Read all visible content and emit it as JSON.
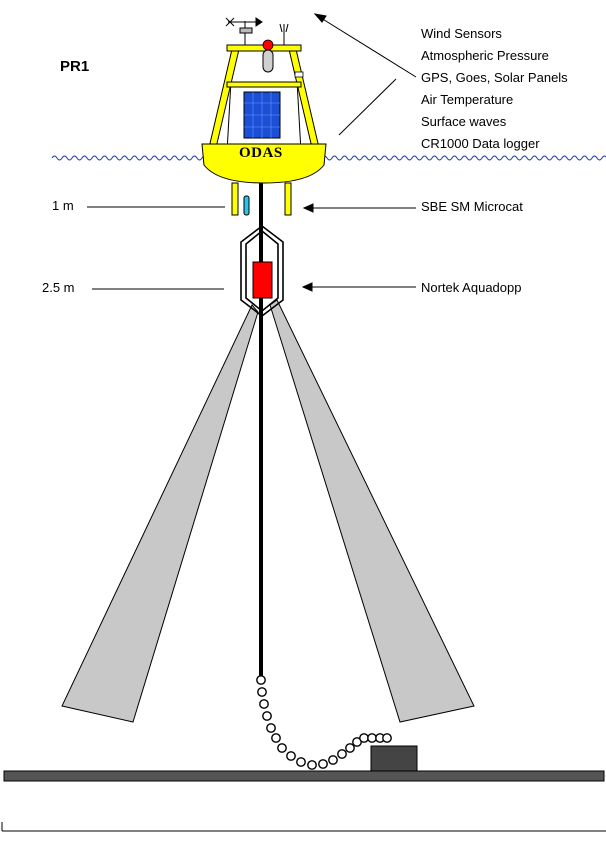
{
  "diagram": {
    "title": "PR1",
    "buoy_label": "ODAS",
    "sensor_labels": [
      "Wind Sensors",
      "Atmospheric Pressure",
      "GPS, Goes, Solar Panels",
      "Air Temperature",
      "Surface waves",
      "CR1000 Data logger"
    ],
    "instruments": [
      {
        "depth": "1 m",
        "name": "SBE SM Microcat"
      },
      {
        "depth": "2.5 m",
        "name": "Nortek Aquadopp"
      }
    ],
    "colors": {
      "buoy": "#ffff00",
      "solar_panel": "#1a4fd6",
      "aquadopp": "#ff0000",
      "beam": "#c8c8c8",
      "water_line": "#1f3fbf",
      "seabed": "#555555",
      "anchor": "#444444"
    }
  }
}
